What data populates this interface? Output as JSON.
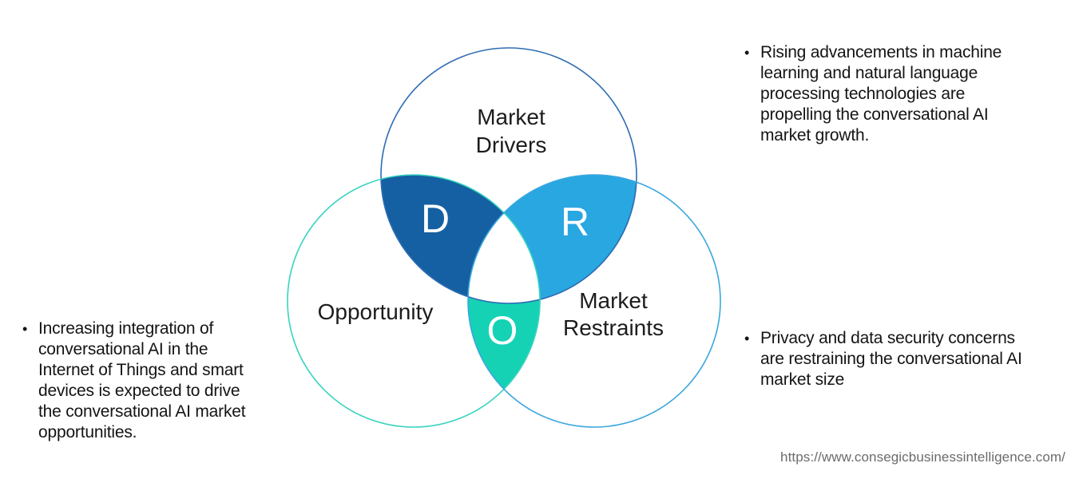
{
  "venn": {
    "drivers": {
      "label_line1": "Market",
      "label_line2": "Drivers",
      "letter": "D",
      "petal_fill": "#1560a2",
      "stroke": "#2e6cb3"
    },
    "restraints": {
      "label_line1": "Market",
      "label_line2": "Restraints",
      "letter": "R",
      "petal_fill": "#29a7e1",
      "stroke": "#3aa7de"
    },
    "opportunity": {
      "label": "Opportunity",
      "letter": "O",
      "petal_fill": "#15d2b5",
      "stroke": "#38d3bf"
    }
  },
  "bullets": {
    "glyph": "•",
    "left": {
      "text": "Increasing integration of conversational AI in the Internet of Things and smart devices is expected to drive the conversational AI market opportunities."
    },
    "top_right": {
      "text": "Rising advancements in machine learning and natural language processing technologies are propelling the conversational AI market growth."
    },
    "bottom_right": {
      "text": "Privacy and data security concerns are restraining the conversational AI market size"
    }
  },
  "footer": {
    "url": "https://www.consegicbusinessintelligence.com/"
  },
  "colors": {
    "background": "#ffffff",
    "body_text": "#141414",
    "label_text": "#1c1c1c",
    "letter_text": "#ffffff",
    "url_text": "#6b6b6b"
  }
}
